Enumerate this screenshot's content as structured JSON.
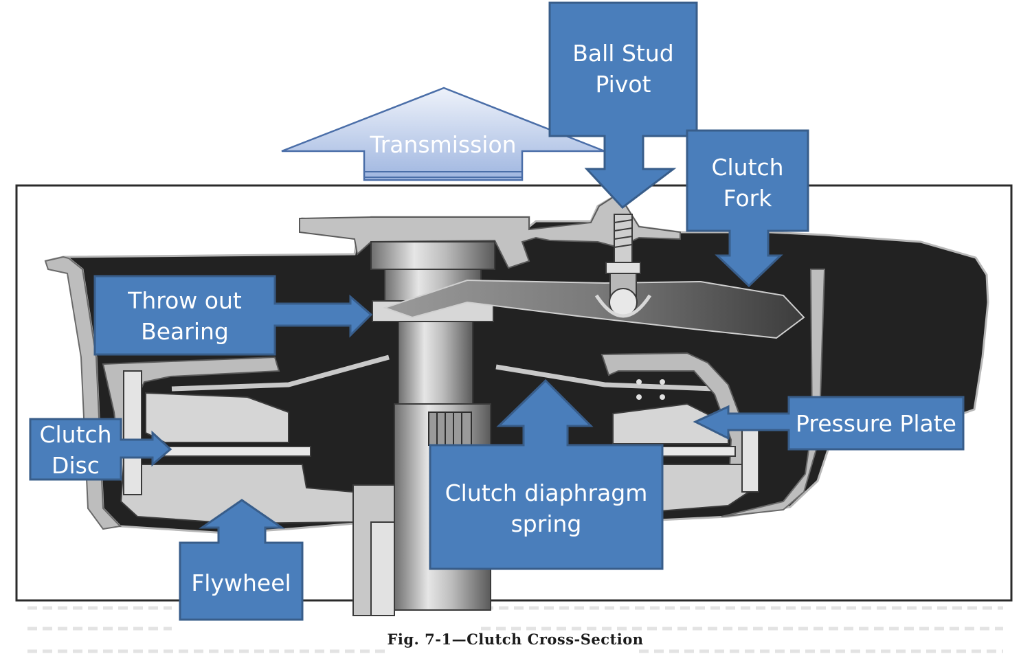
{
  "caption": "Fig. 7-1—Clutch Cross-Section",
  "labels": {
    "transmission": "Transmission",
    "ball_stud_pivot": "Ball  Stud\nPivot",
    "clutch_fork": "Clutch\nFork",
    "throw_out_bearing": "Throw out\nBearing",
    "pressure_plate": "Pressure Plate",
    "clutch_disc": "Clutch\nDisc",
    "clutch_diaphragm_spring": "Clutch diaphragm\nspring",
    "flywheel": "Flywheel"
  },
  "colors": {
    "callout_fill": "#4a7ebb",
    "callout_border": "#385d8a",
    "housing_dark": "#1f1f1f",
    "metal_light": "#c9c9c9",
    "metal_mid": "#8f8f8f",
    "transmission_arrow_top": "#eef2fa",
    "transmission_arrow_bottom": "#9fb6e0"
  }
}
